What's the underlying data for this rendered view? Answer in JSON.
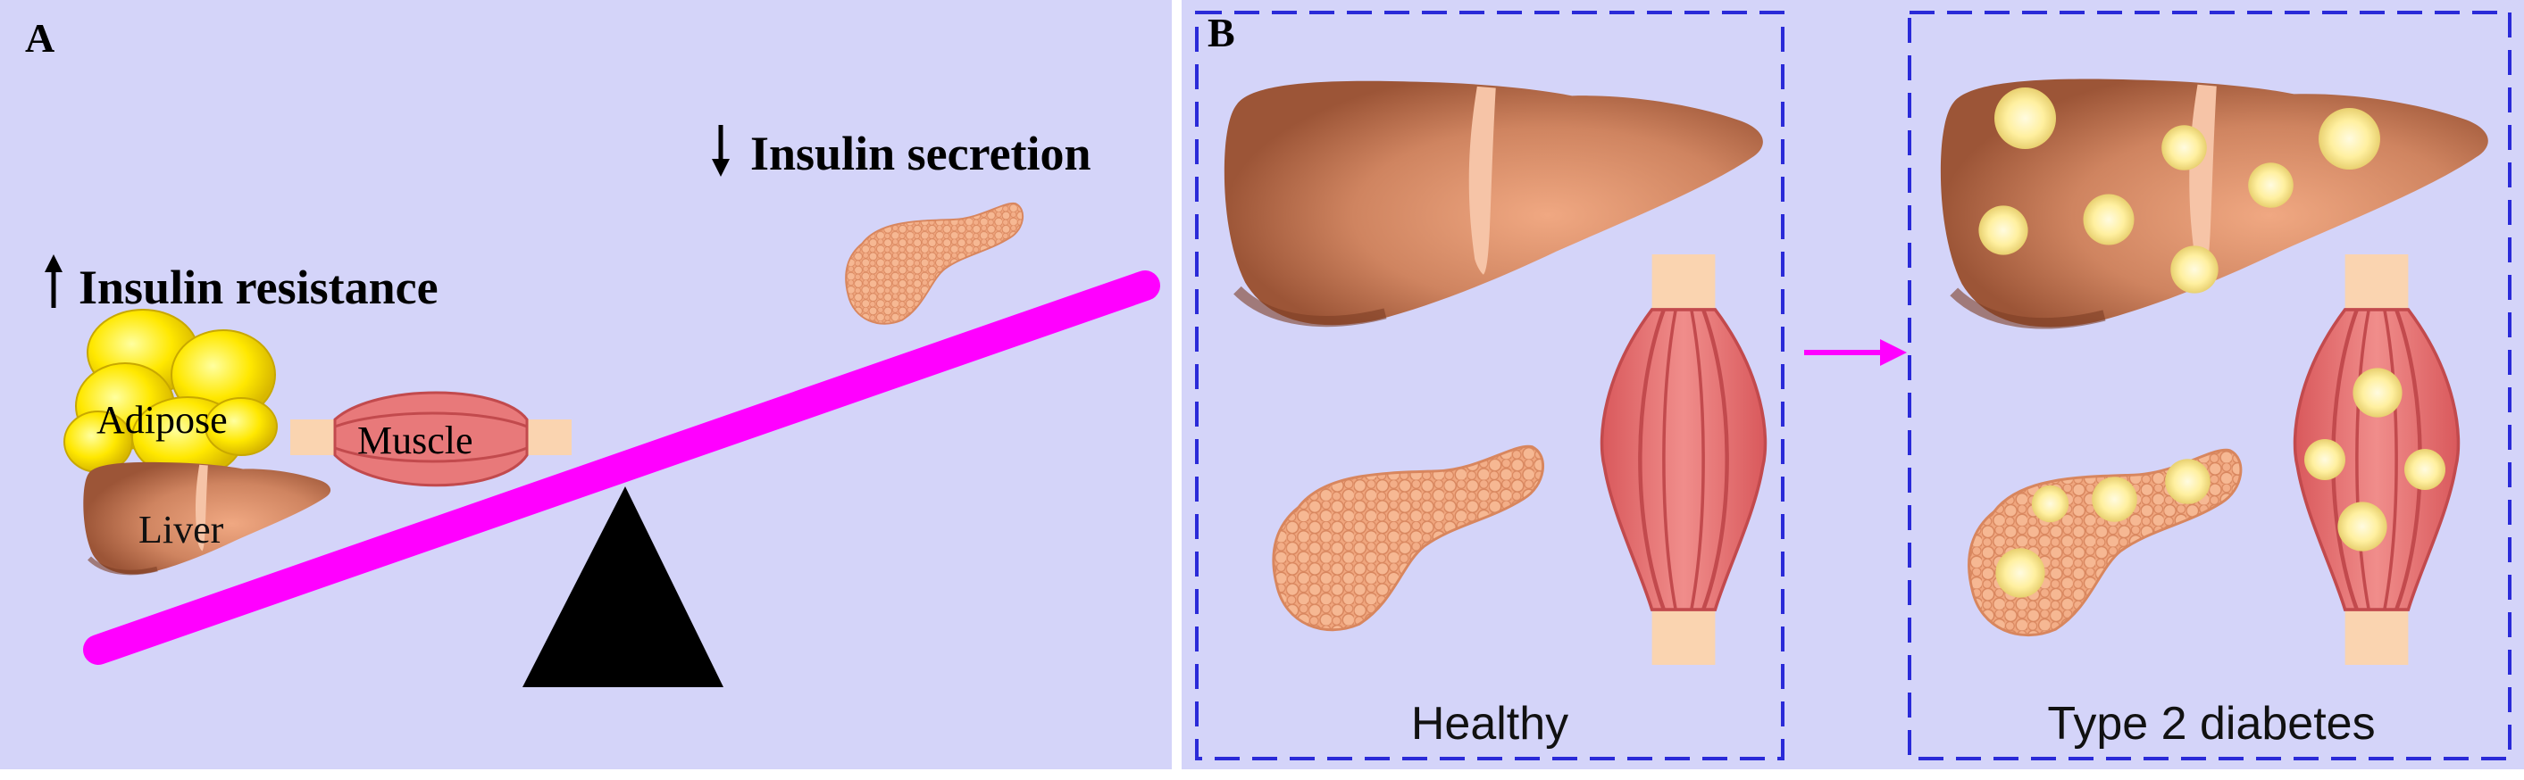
{
  "panel_a": {
    "label": "A",
    "insulin_resistance": "Insulin resistance",
    "insulin_secretion": "Insulin secretion",
    "adipose": "Adipose",
    "muscle": "Muscle",
    "liver": "Liver"
  },
  "panel_b": {
    "label": "B",
    "healthy": "Healthy",
    "diabetes": "Type 2 diabetes"
  },
  "colors": {
    "background": "#d4d4f9",
    "seesaw_beam": "#ff00ff",
    "fulcrum": "#000000",
    "frame_dash": "#2a2ad8",
    "liver": "#c0754f",
    "muscle": "#e8797a",
    "pancreas": "#f0a67e",
    "fat_droplet": "#fff4b0",
    "adipose": "#ffe400"
  }
}
